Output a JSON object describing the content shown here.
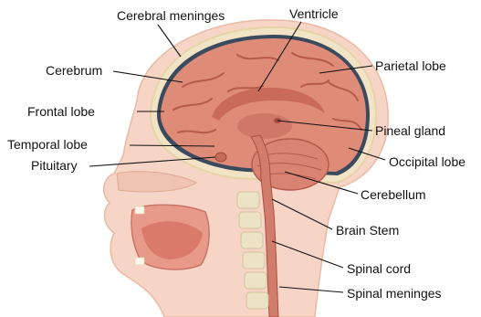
{
  "diagram": {
    "labels": {
      "cerebral_meninges": "Cerebral meninges",
      "ventricle": "Ventricle",
      "cerebrum": "Cerebrum",
      "parietal_lobe": "Parietal lobe",
      "frontal_lobe": "Frontal lobe",
      "pineal_gland": "Pineal gland",
      "temporal_lobe": "Temporal lobe",
      "pituitary": "Pituitary",
      "occipital_lobe": "Occipital lobe",
      "cerebellum": "Cerebellum",
      "brain_stem": "Brain Stem",
      "spinal_cord": "Spinal cord",
      "spinal_meninges": "Spinal meninges"
    },
    "colors": {
      "brain": "#de8b78",
      "brain_dark": "#b65a4b",
      "skin": "#f4c9b8",
      "bone": "#f3e8c8",
      "meninges": "#3b4a5c",
      "background": "#ffffff"
    }
  }
}
